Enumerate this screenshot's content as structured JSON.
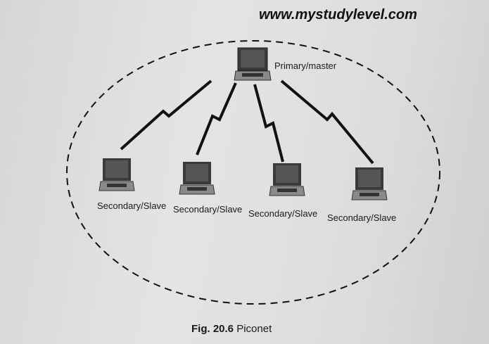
{
  "watermark": "www.mystudylevel.com",
  "diagram": {
    "master": {
      "label": "Primary/master",
      "icon": "laptop-icon"
    },
    "slaves": [
      {
        "label": "Secondary/Slave",
        "icon": "laptop-icon"
      },
      {
        "label": "Secondary/Slave",
        "icon": "laptop-icon"
      },
      {
        "label": "Secondary/Slave",
        "icon": "laptop-icon"
      },
      {
        "label": "Secondary/Slave",
        "icon": "laptop-icon"
      }
    ],
    "boundary": "dashed-ellipse",
    "links": "wireless-lightning"
  },
  "caption": {
    "number": "Fig. 20.6",
    "title": "Piconet"
  }
}
